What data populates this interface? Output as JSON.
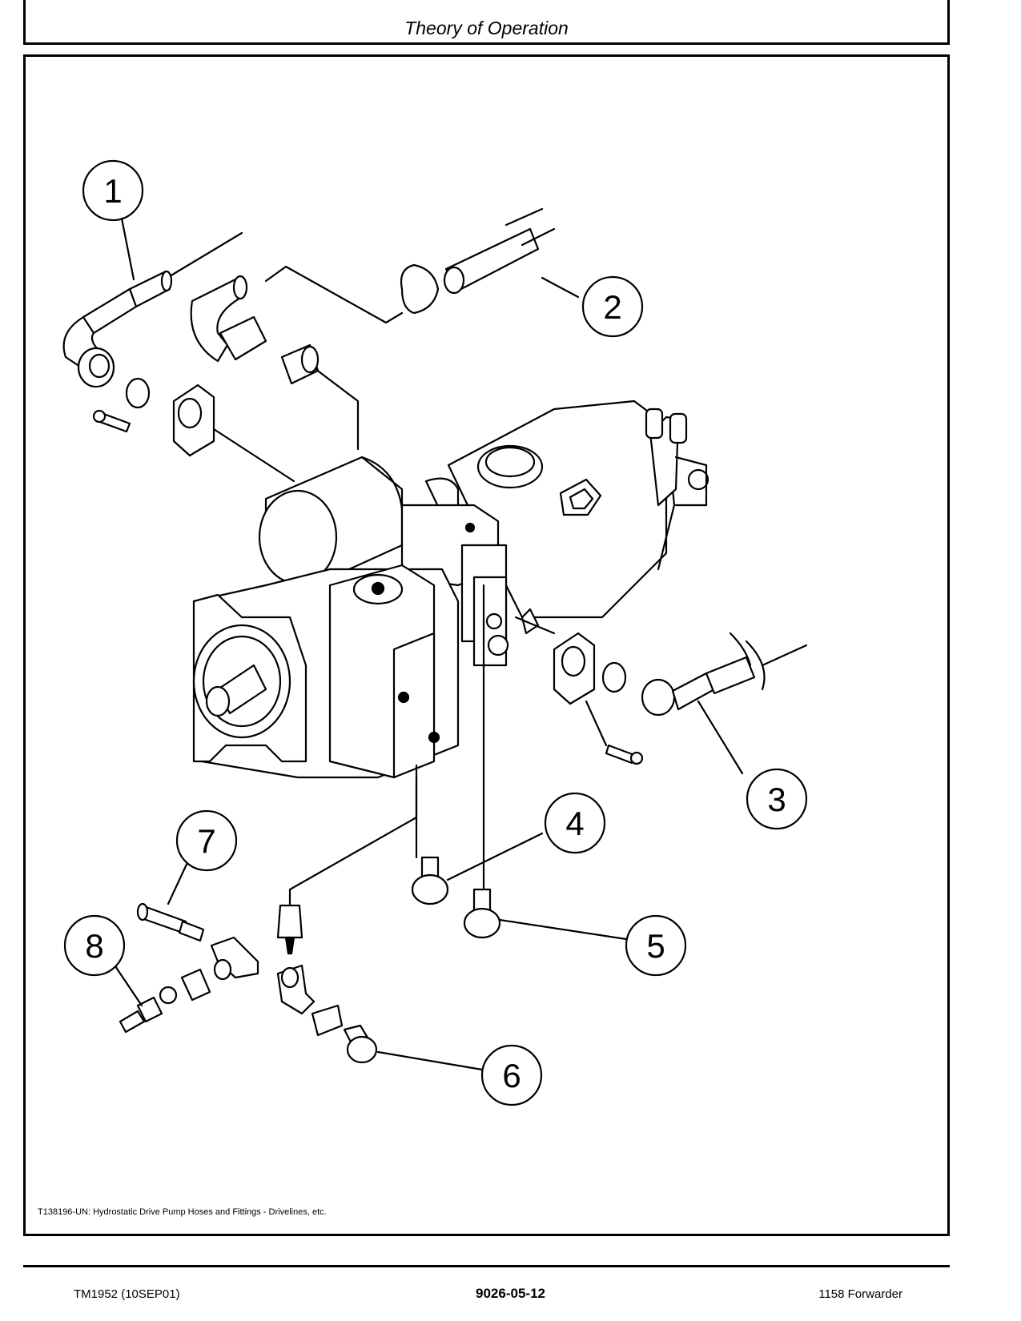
{
  "header": {
    "title": "Theory of Operation"
  },
  "figure": {
    "caption": "T138196-UN: Hydrostatic Drive Pump Hoses and Fittings - Drivelines, etc.",
    "callouts": [
      "1",
      "2",
      "3",
      "4",
      "5",
      "6",
      "7",
      "8"
    ]
  },
  "footer": {
    "doc_id": "TM1952 (10SEP01)",
    "page_number": "9026-05-12",
    "product": "1158 Forwarder"
  }
}
